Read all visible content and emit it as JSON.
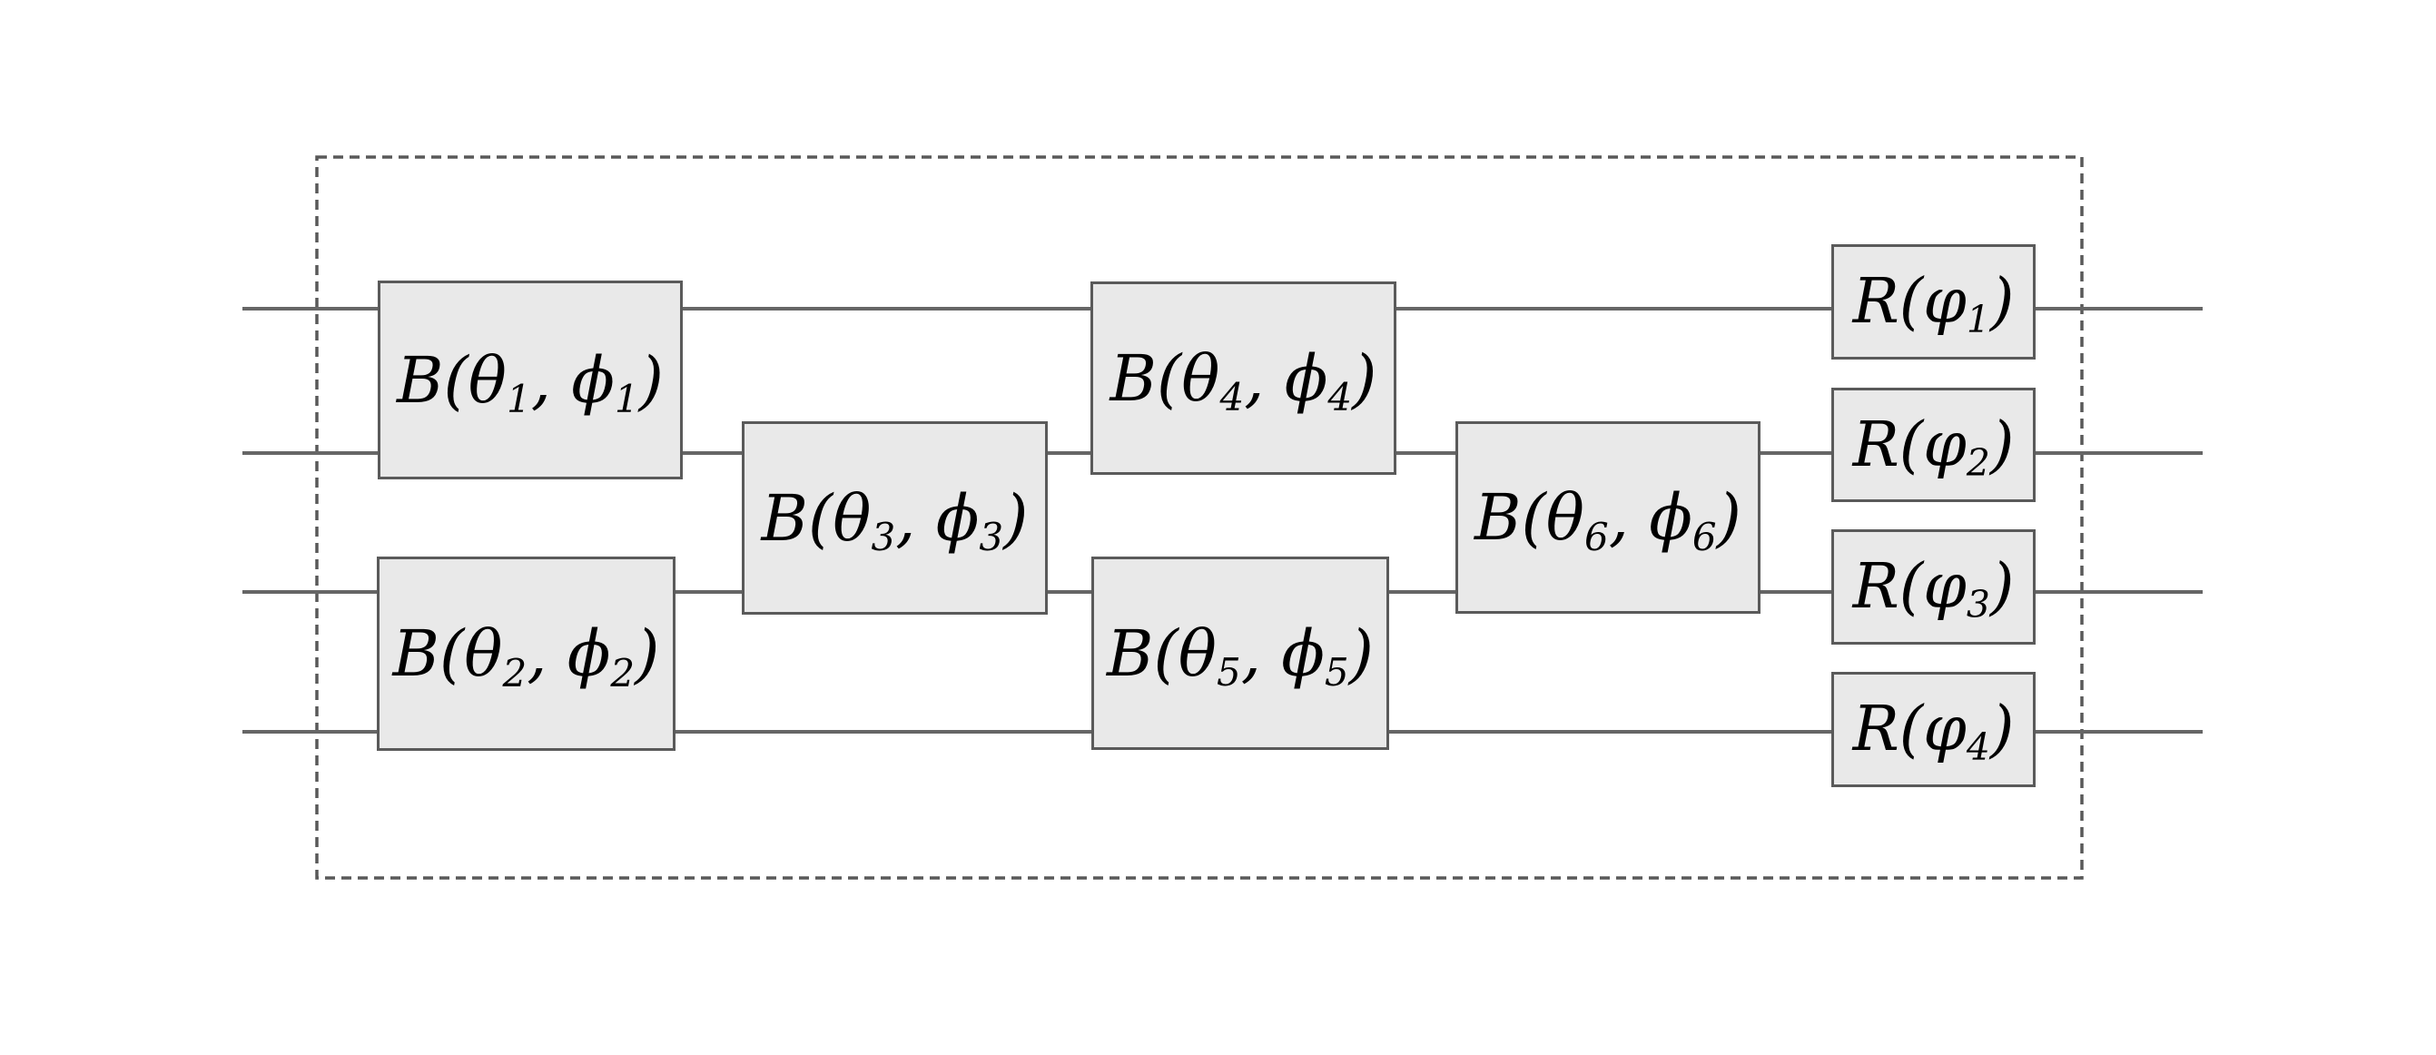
{
  "figure": {
    "kind": "photonic-circuit-diagram",
    "wires": {
      "count": 4
    },
    "colors": {
      "background": "#ffffff",
      "wire": "#666666",
      "gate_fill": "#e9e9e9",
      "gate_border": "#5a5a5a",
      "boundary": "#595959",
      "text": "#000000"
    }
  },
  "gates": {
    "beamsplitters": [
      {
        "id": "B1",
        "label": "B(θ₁, ϕ₁)",
        "prefix": "B(θ",
        "sub1": "1",
        "mid": ", ϕ",
        "sub2": "1",
        "suffix": ")"
      },
      {
        "id": "B2",
        "label": "B(θ₂, ϕ₂)",
        "prefix": "B(θ",
        "sub1": "2",
        "mid": ", ϕ",
        "sub2": "2",
        "suffix": ")"
      },
      {
        "id": "B3",
        "label": "B(θ₃, ϕ₃)",
        "prefix": "B(θ",
        "sub1": "3",
        "mid": ", ϕ",
        "sub2": "3",
        "suffix": ")"
      },
      {
        "id": "B4",
        "label": "B(θ₄, ϕ₄)",
        "prefix": "B(θ",
        "sub1": "4",
        "mid": ", ϕ",
        "sub2": "4",
        "suffix": ")"
      },
      {
        "id": "B5",
        "label": "B(θ₅, ϕ₅)",
        "prefix": "B(θ",
        "sub1": "5",
        "mid": ", ϕ",
        "sub2": "5",
        "suffix": ")"
      },
      {
        "id": "B6",
        "label": "B(θ₆, ϕ₆)",
        "prefix": "B(θ",
        "sub1": "6",
        "mid": ", ϕ",
        "sub2": "6",
        "suffix": ")"
      }
    ],
    "rotations": [
      {
        "id": "R1",
        "label": "R(φ₁)",
        "prefix": "R(φ",
        "sub": "1",
        "suffix": ")"
      },
      {
        "id": "R2",
        "label": "R(φ₂)",
        "prefix": "R(φ",
        "sub": "2",
        "suffix": ")"
      },
      {
        "id": "R3",
        "label": "R(φ₃)",
        "prefix": "R(φ",
        "sub": "3",
        "suffix": ")"
      },
      {
        "id": "R4",
        "label": "R(φ₄)",
        "prefix": "R(φ",
        "sub": "4",
        "suffix": ")"
      }
    ]
  }
}
